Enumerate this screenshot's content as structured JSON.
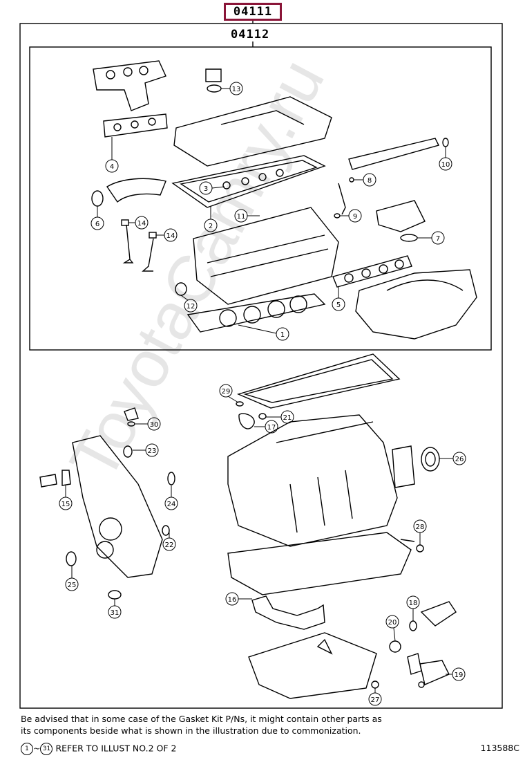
{
  "header": {
    "main_part": "04111",
    "sub_part": "04112"
  },
  "callouts": [
    "1",
    "2",
    "3",
    "4",
    "5",
    "6",
    "7",
    "8",
    "9",
    "10",
    "11",
    "12",
    "13",
    "14",
    "14",
    "15",
    "16",
    "17",
    "18",
    "19",
    "20",
    "21",
    "22",
    "23",
    "24",
    "25",
    "26",
    "27",
    "28",
    "29",
    "30",
    "31"
  ],
  "notes": {
    "line1": "Be advised that in some case of the Gasket Kit P/Ns,  it might contain other parts as",
    "line2": "its components beside what is shown in the illustration due to commonization."
  },
  "footer": {
    "range_start": "1",
    "range_sep": "~",
    "range_end": "31",
    "refer_text": "REFER TO ILLUST NO.2 OF 2",
    "illustration_code": "113588C"
  },
  "watermark": "ToyotaCamry.ru",
  "colors": {
    "header_box": "#8a1538",
    "line": "#000000",
    "watermark": "#e6e6e6"
  }
}
